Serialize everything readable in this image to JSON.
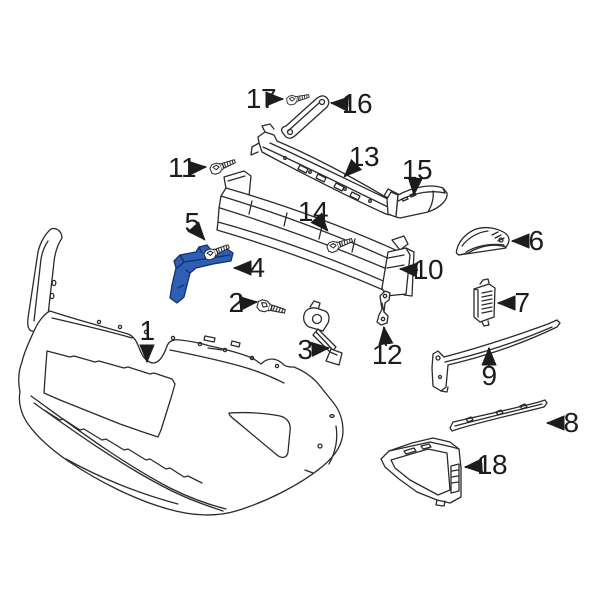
{
  "diagram": {
    "type": "exploded-parts-diagram",
    "background_color": "#ffffff",
    "line_color": "#2b2b2b",
    "highlight_color": "#2f5fb4",
    "highlighted_callout": "4",
    "callouts": [
      {
        "num": "1"
      },
      {
        "num": "2"
      },
      {
        "num": "3"
      },
      {
        "num": "4"
      },
      {
        "num": "5"
      },
      {
        "num": "6"
      },
      {
        "num": "7"
      },
      {
        "num": "8"
      },
      {
        "num": "9"
      },
      {
        "num": "10"
      },
      {
        "num": "11"
      },
      {
        "num": "12"
      },
      {
        "num": "13"
      },
      {
        "num": "14"
      },
      {
        "num": "15"
      },
      {
        "num": "16"
      },
      {
        "num": "17"
      },
      {
        "num": "18"
      }
    ]
  }
}
